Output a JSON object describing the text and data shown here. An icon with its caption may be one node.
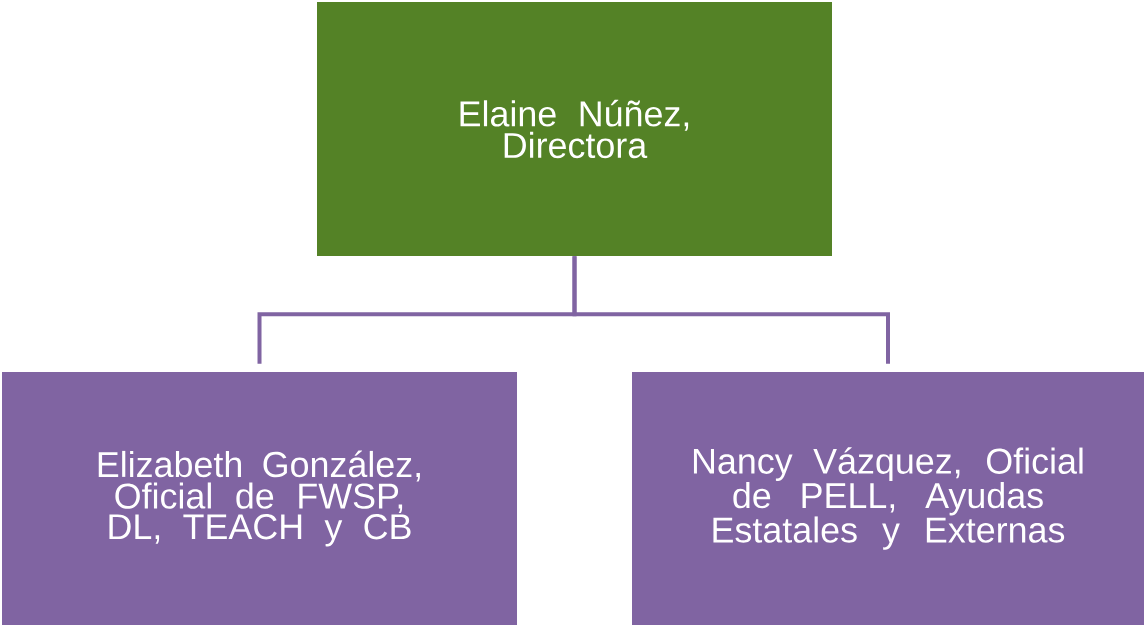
{
  "diagram": {
    "nodes": [
      {
        "text": [
          "Elaine Núñez, Directora"
        ]
      },
      {
        "text": [
          "Elizabeth González, Oficial de FWSP, DL, TEACH y CB"
        ]
      },
      {
        "text": [
          "Nancy Vázquez, Oficial de PELL, Ayudas Estatales y Externas"
        ]
      }
    ],
    "edges": [
      {
        "from": 0,
        "to": 1,
        "arrow": "none"
      },
      {
        "from": 0,
        "to": 2,
        "arrow": "none"
      }
    ]
  }
}
